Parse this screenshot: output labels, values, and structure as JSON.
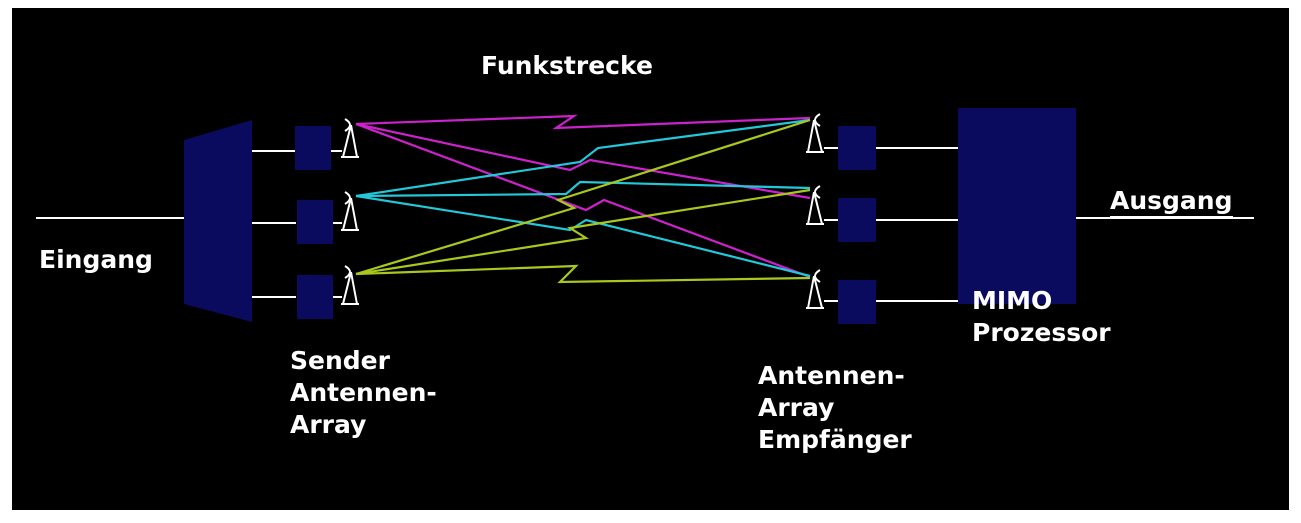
{
  "labels": {
    "link": "Funkstrecke",
    "input": "Eingang",
    "output": "Ausgang",
    "tx_array": [
      "Sender",
      "Antennen-",
      "Array"
    ],
    "rx_array": [
      "Antennen-",
      "Array",
      "Empfänger"
    ],
    "processor": [
      "MIMO",
      "Prozessor"
    ]
  },
  "colors": {
    "background": "#000000",
    "blocks": "#0a0a5e",
    "wires": "#ffffff",
    "tx1_paths": "#cc22cc",
    "tx2_paths": "#22c8d8",
    "tx3_paths": "#a8c81e"
  },
  "icons": [
    "antenna-icon",
    "lightning-link-icon"
  ]
}
